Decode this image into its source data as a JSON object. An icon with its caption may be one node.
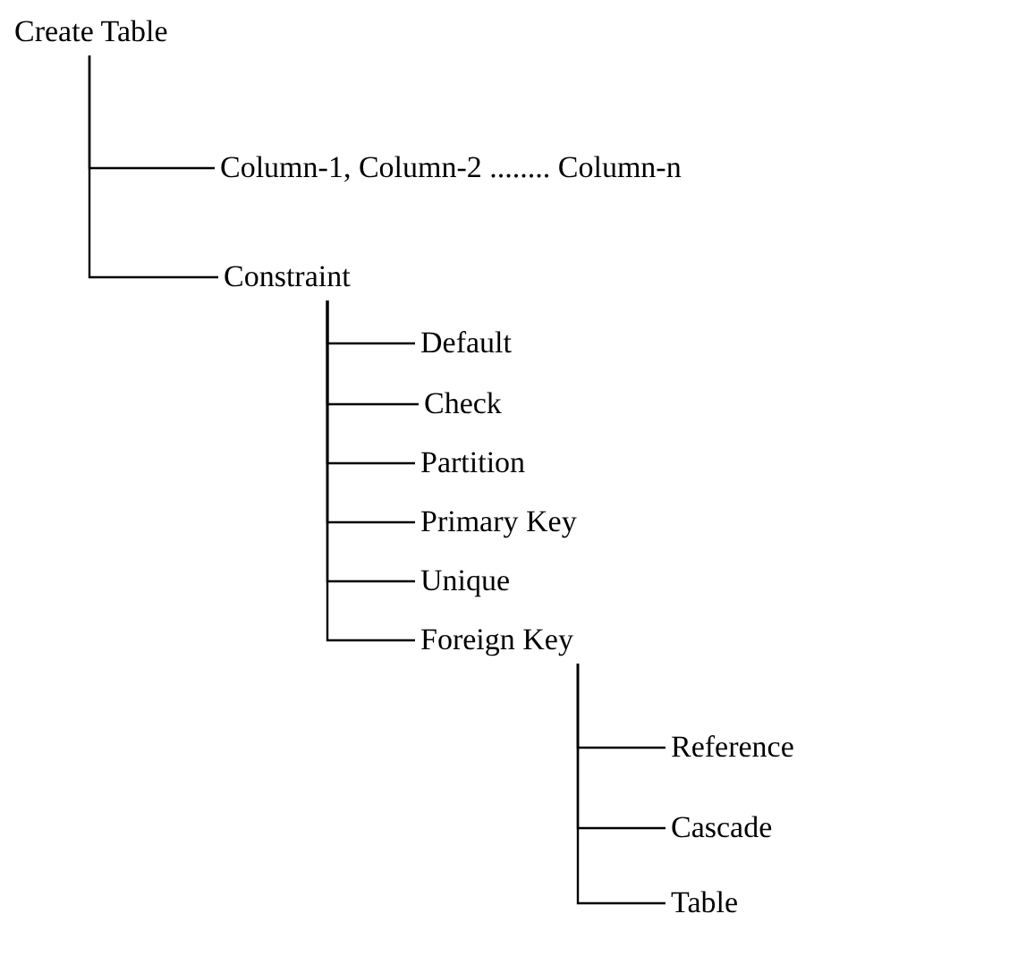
{
  "diagram": {
    "nodes": [
      {
        "text": [
          "Create Table"
        ]
      },
      {
        "text": [
          "Column-1, Column-2 ........ Column-n"
        ]
      },
      {
        "text": [
          "Constraint"
        ]
      },
      {
        "text": [
          "Default"
        ]
      },
      {
        "text": [
          "Check"
        ]
      },
      {
        "text": [
          "Partition"
        ]
      },
      {
        "text": [
          "Primary Key"
        ]
      },
      {
        "text": [
          "Unique"
        ]
      },
      {
        "text": [
          "Foreign Key"
        ]
      },
      {
        "text": [
          "Reference"
        ]
      },
      {
        "text": [
          "Cascade"
        ]
      },
      {
        "text": [
          "Table"
        ]
      }
    ],
    "edges": [
      {
        "from": 0,
        "to": 1,
        "arrow": "none"
      },
      {
        "from": 0,
        "to": 2,
        "arrow": "none"
      },
      {
        "from": 2,
        "to": 3,
        "arrow": "none"
      },
      {
        "from": 2,
        "to": 4,
        "arrow": "none"
      },
      {
        "from": 2,
        "to": 5,
        "arrow": "none"
      },
      {
        "from": 2,
        "to": 6,
        "arrow": "none"
      },
      {
        "from": 2,
        "to": 7,
        "arrow": "none"
      },
      {
        "from": 2,
        "to": 8,
        "arrow": "none"
      },
      {
        "from": 8,
        "to": 9,
        "arrow": "none"
      },
      {
        "from": 8,
        "to": 10,
        "arrow": "none"
      },
      {
        "from": 8,
        "to": 11,
        "arrow": "none"
      }
    ]
  }
}
